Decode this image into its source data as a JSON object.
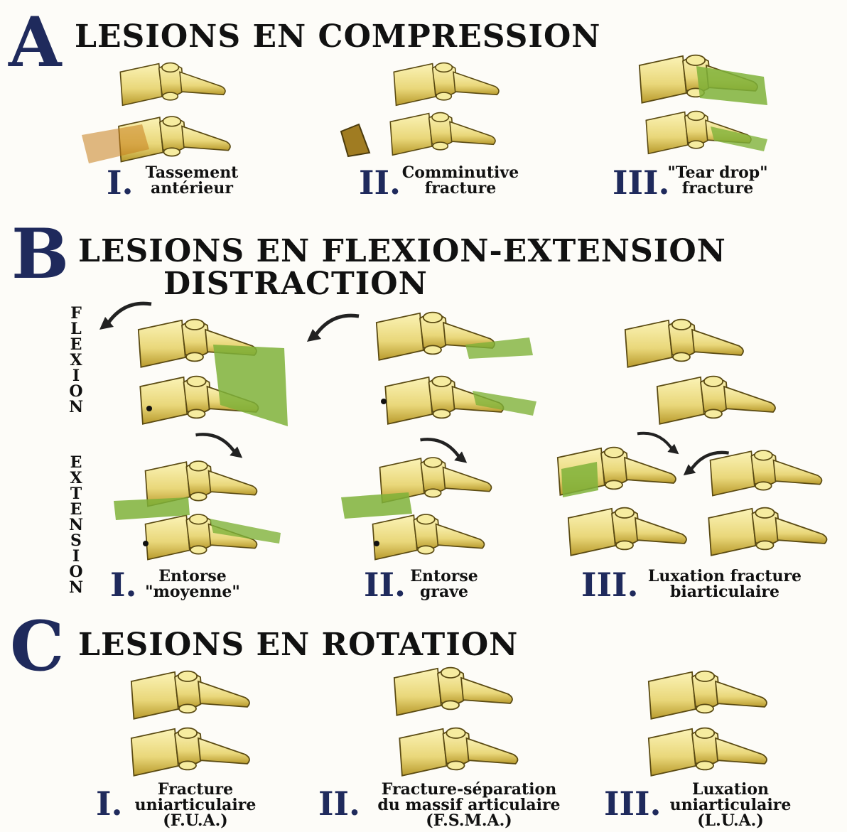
{
  "colors": {
    "bone": "#efe08c",
    "bone_shadow": "#b89a2c",
    "ligament": "#7fb13a",
    "numeral": "#1f2a5c",
    "background": "#fdfcf8"
  },
  "section_a": {
    "letter": "A",
    "title": "LESIONS EN COMPRESSION",
    "items": [
      {
        "numeral": "I.",
        "line1": "Tassement",
        "line2": "antérieur"
      },
      {
        "numeral": "II.",
        "line1": "Comminutive",
        "line2": "fracture"
      },
      {
        "numeral": "III.",
        "line1": "\"Tear drop\"",
        "line2": "fracture"
      }
    ]
  },
  "section_b": {
    "letter": "B",
    "title_line1": "LESIONS EN FLEXION-EXTENSION",
    "title_line2": "DISTRACTION",
    "row_label_flexion": "FLEXION",
    "row_label_extension": "EXTENSION",
    "items": [
      {
        "numeral": "I.",
        "line1": "Entorse",
        "line2": "\"moyenne\""
      },
      {
        "numeral": "II.",
        "line1": "Entorse",
        "line2": "grave"
      },
      {
        "numeral": "III.",
        "line1": "Luxation fracture",
        "line2": "biarticulaire"
      }
    ]
  },
  "section_c": {
    "letter": "C",
    "title": "LESIONS EN ROTATION",
    "items": [
      {
        "numeral": "I.",
        "line1": "Fracture",
        "line2": "uniarticulaire",
        "line3": "(F.U.A.)"
      },
      {
        "numeral": "II.",
        "line1": "Fracture-séparation",
        "line2": "du massif  articulaire",
        "line3": "(F.S.M.A.)"
      },
      {
        "numeral": "III.",
        "line1": "Luxation",
        "line2": "uniarticulaire",
        "line3": "(L.U.A.)"
      }
    ]
  }
}
